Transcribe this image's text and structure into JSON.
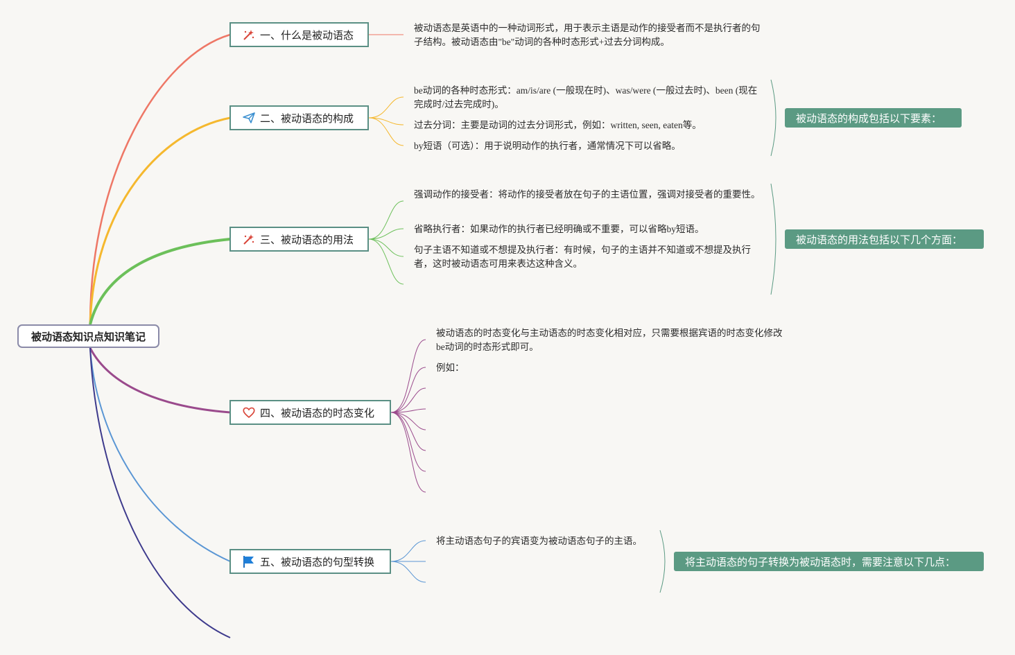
{
  "root": {
    "label": "被动语态知识点知识笔记"
  },
  "branches": [
    {
      "label": "一、什么是被动语态",
      "icon": "magic-wand-icon",
      "color": "#ee7766"
    },
    {
      "label": "二、被动语态的构成",
      "icon": "paper-plane-icon",
      "color": "#f5b82e"
    },
    {
      "label": "三、被动语态的用法",
      "icon": "magic-wand-icon",
      "color": "#6cc05a"
    },
    {
      "label": "四、被动语态的时态变化",
      "icon": "heart-icon",
      "color": "#9a4a8c"
    },
    {
      "label": "五、被动语态的句型转换",
      "icon": "flag-icon",
      "color": "#5a96d4"
    }
  ],
  "leaves": {
    "b1": [
      "被动语态是英语中的一种动词形式，用于表示主语是动作的接受者而不是执行者的句子结构。被动语态由\"be\"动词的各种时态形式+过去分词构成。"
    ],
    "b2": [
      "be动词的各种时态形式：am/is/are (一般现在时)、was/were (一般过去时)、been (现在完成时/过去完成时)。",
      "过去分词：主要是动词的过去分词形式，例如：written, seen, eaten等。",
      "by短语（可选）：用于说明动作的执行者，通常情况下可以省略。"
    ],
    "b3": [
      "强调动作的接受者：将动作的接受者放在句子的主语位置，强调对接受者的重要性。",
      "省略执行者：如果动作的执行者已经明确或不重要，可以省略by短语。",
      "句子主语不知道或不想提及执行者：有时候，句子的主语并不知道或不想提及执行者，这时被动语态可用来表达这种含义。"
    ],
    "b4": [
      "被动语态的时态变化与主动语态的时态变化相对应，只需要根据宾语的时态变化修改be动词的时态形式即可。",
      "例如："
    ],
    "b5": [
      "将主动语态句子的宾语变为被动语态句子的主语。"
    ]
  },
  "summaries": {
    "b2": "被动语态的构成包括以下要素：",
    "b3": "被动语态的用法包括以下几个方面：",
    "b5": "将主动语态的句子转换为被动语态时，需要注意以下几点："
  }
}
